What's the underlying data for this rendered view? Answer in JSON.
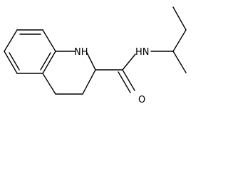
{
  "molecule": {
    "atoms": {
      "amine_nh": "NH",
      "amide_nh": "HN",
      "carbonyl_o": "O"
    },
    "colors": {
      "bond": "#000000",
      "label": "#000000",
      "background": "#ffffff"
    }
  }
}
